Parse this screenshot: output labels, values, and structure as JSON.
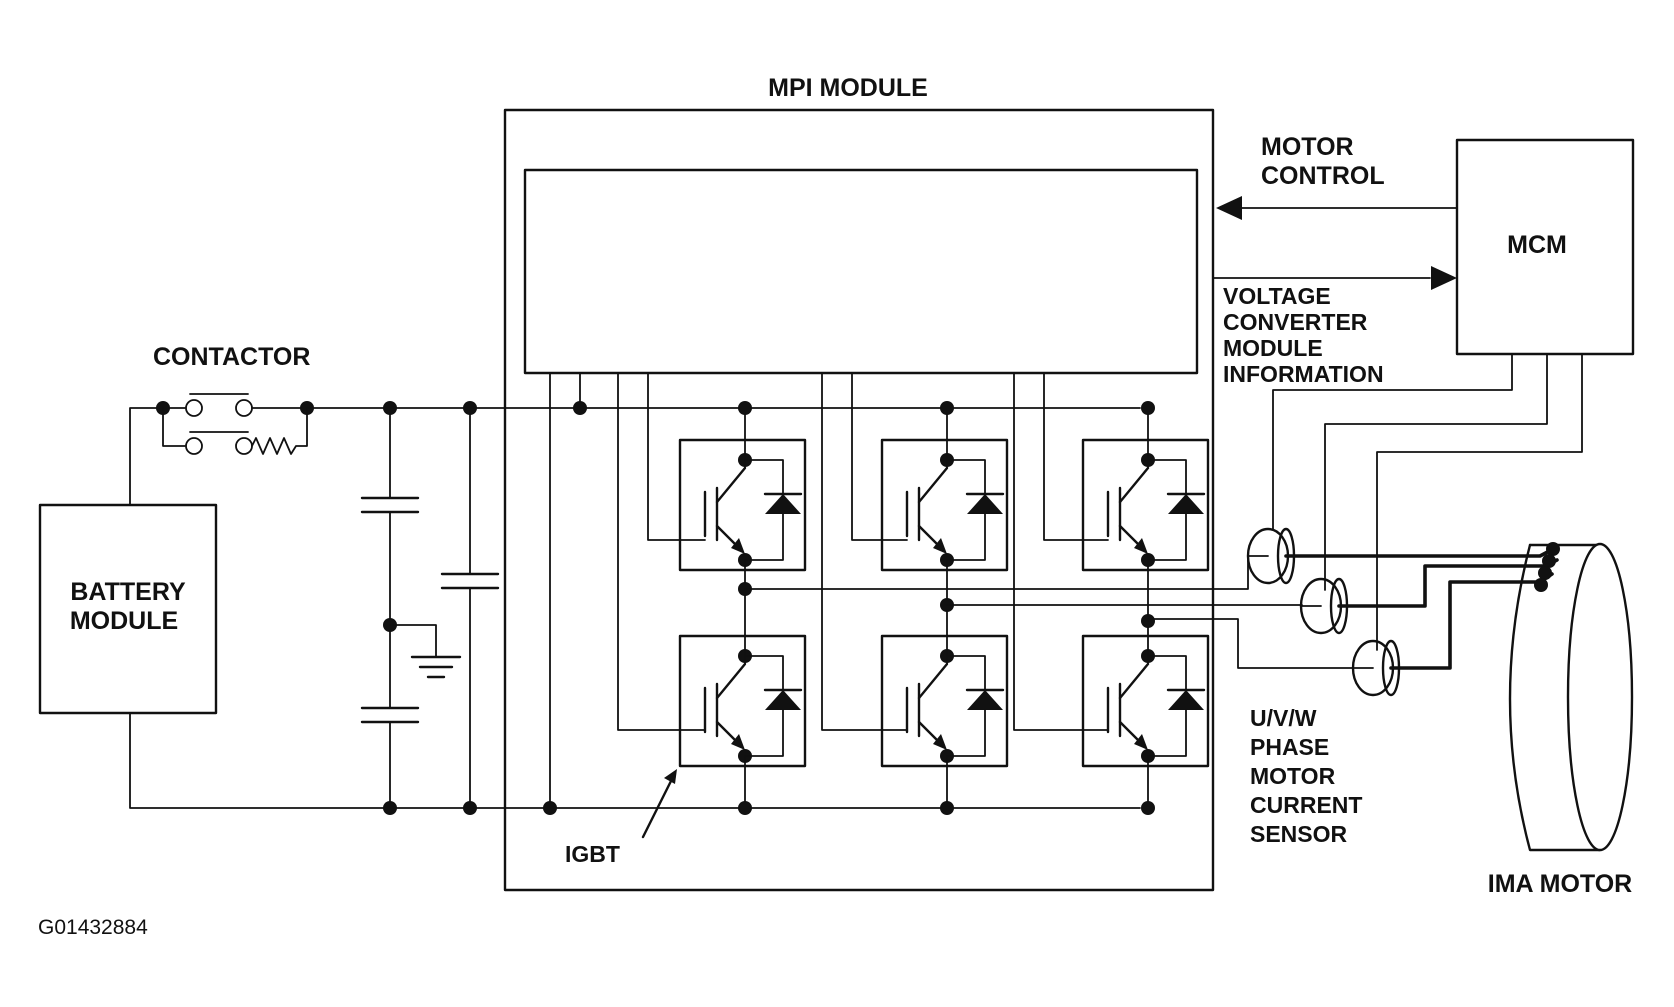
{
  "labels": {
    "mpi_module": "MPI MODULE",
    "motor_control_1": "MOTOR",
    "motor_control_2": "CONTROL",
    "mcm": "MCM",
    "vcm_1": "VOLTAGE",
    "vcm_2": "CONVERTER",
    "vcm_3": "MODULE",
    "vcm_4": "INFORMATION",
    "contactor": "CONTACTOR",
    "battery_1": "BATTERY",
    "battery_2": "MODULE",
    "sensor_1": "U/V/W",
    "sensor_2": "PHASE",
    "sensor_3": "MOTOR",
    "sensor_4": "CURRENT",
    "sensor_5": "SENSOR",
    "igbt": "IGBT",
    "ima_motor": "IMA MOTOR",
    "figure_id": "G01432884"
  }
}
